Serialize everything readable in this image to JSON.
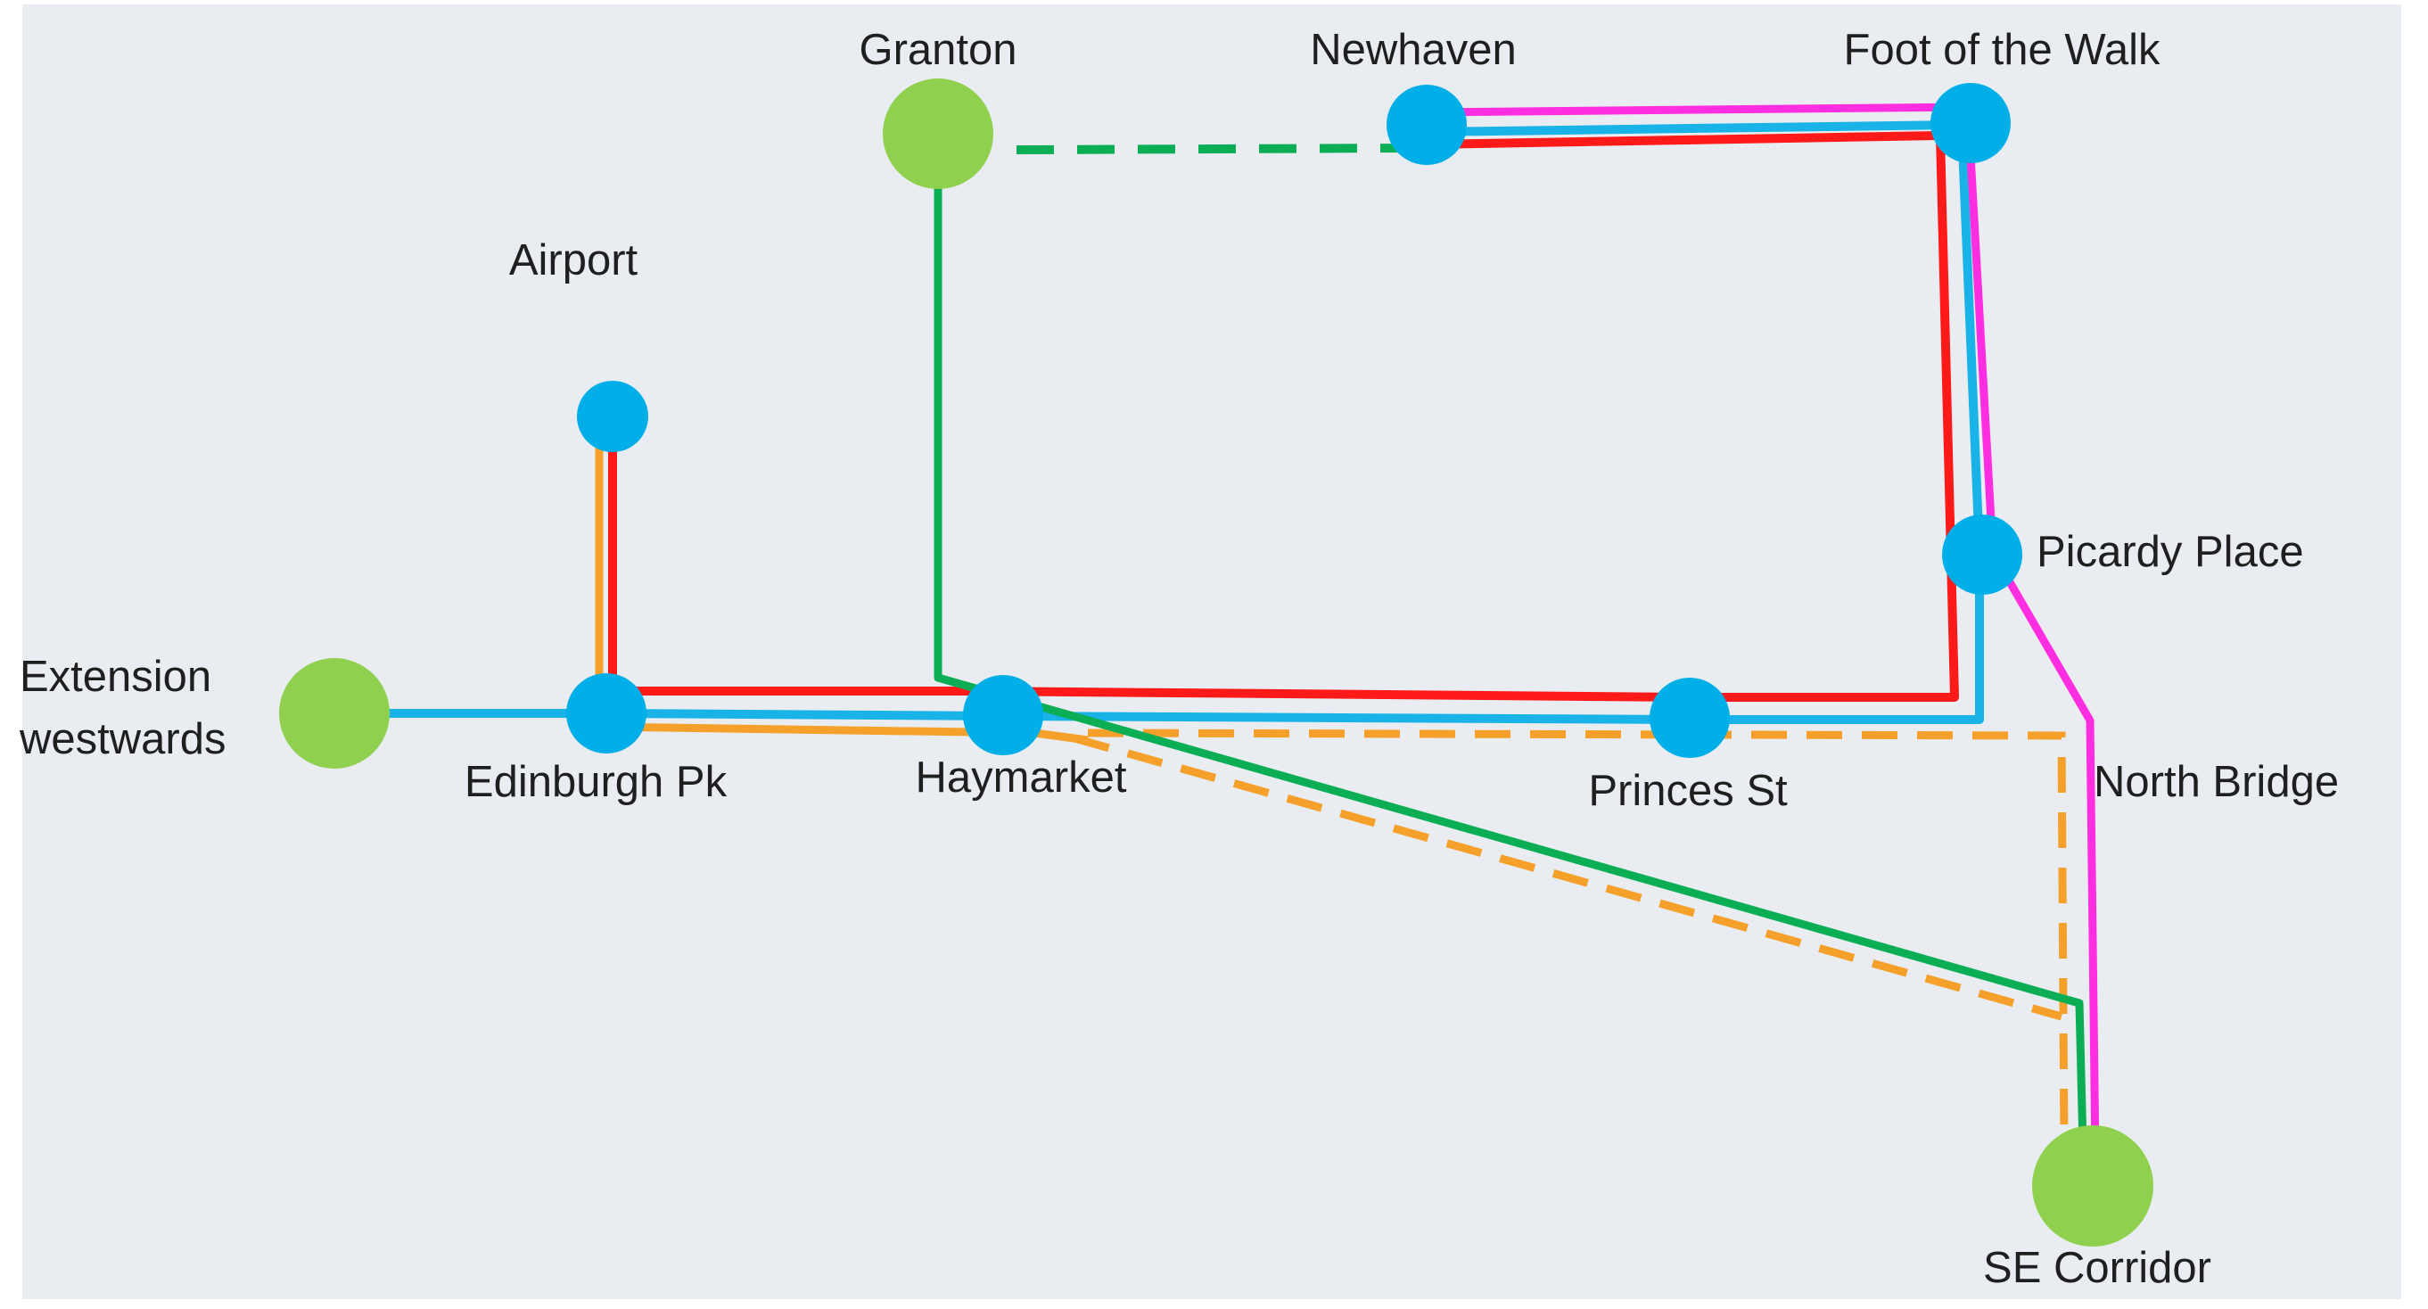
{
  "colors": {
    "background_panel": "#e9edf1",
    "existing_stop": "#00aee8",
    "proposed_stop": "#8fd14f",
    "route_red": "#ff1a1a",
    "route_blue": "#1ab3e8",
    "route_orange": "#f5a02a",
    "route_green": "#0cae55",
    "route_magenta": "#ff2ee0"
  },
  "stops": {
    "granton": "Granton",
    "newhaven": "Newhaven",
    "foot_of_the_walk": "Foot of the Walk",
    "airport": "Airport",
    "picardy_place": "Picardy Place",
    "extension_westwards_line1": "Extension",
    "extension_westwards_line2": "westwards",
    "edinburgh_pk": "Edinburgh Pk",
    "haymarket": "Haymarket",
    "princes_st": "Princes St",
    "north_bridge": "North Bridge",
    "se_corridor": "SE Corridor"
  }
}
